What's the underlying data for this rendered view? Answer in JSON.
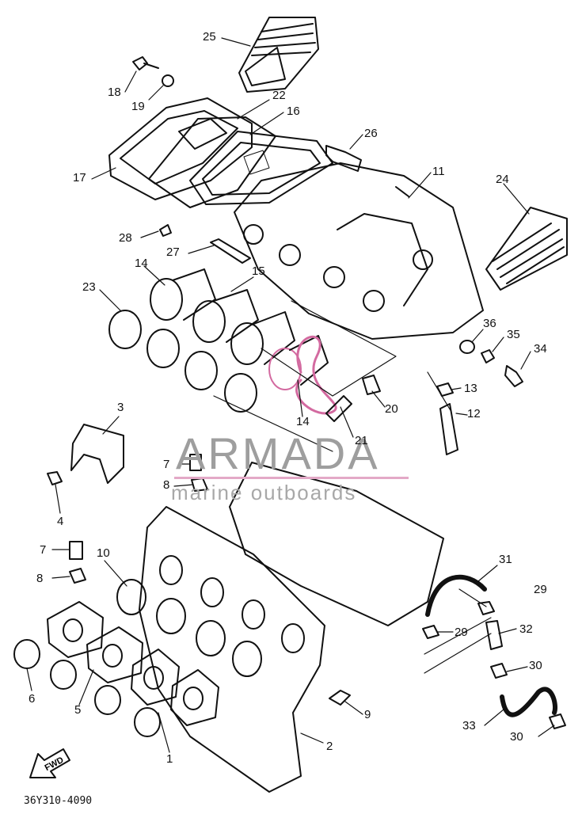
{
  "labels": [
    {
      "id": "25",
      "text": "25"
    },
    {
      "id": "18",
      "text": "18"
    },
    {
      "id": "19",
      "text": "19"
    },
    {
      "id": "22",
      "text": "22"
    },
    {
      "id": "16",
      "text": "16"
    },
    {
      "id": "26",
      "text": "26"
    },
    {
      "id": "11",
      "text": "11"
    },
    {
      "id": "17",
      "text": "17"
    },
    {
      "id": "24",
      "text": "24"
    },
    {
      "id": "28",
      "text": "28"
    },
    {
      "id": "27",
      "text": "27"
    },
    {
      "id": "14a",
      "text": "14"
    },
    {
      "id": "15",
      "text": "15"
    },
    {
      "id": "23",
      "text": "23"
    },
    {
      "id": "36",
      "text": "36"
    },
    {
      "id": "35",
      "text": "35"
    },
    {
      "id": "34",
      "text": "34"
    },
    {
      "id": "13",
      "text": "13"
    },
    {
      "id": "20",
      "text": "20"
    },
    {
      "id": "12",
      "text": "12"
    },
    {
      "id": "14b",
      "text": "14"
    },
    {
      "id": "21",
      "text": "21"
    },
    {
      "id": "3",
      "text": "3"
    },
    {
      "id": "7a",
      "text": "7"
    },
    {
      "id": "8a",
      "text": "8"
    },
    {
      "id": "4",
      "text": "4"
    },
    {
      "id": "7b",
      "text": "7"
    },
    {
      "id": "10",
      "text": "10"
    },
    {
      "id": "8b",
      "text": "8"
    },
    {
      "id": "31",
      "text": "31"
    },
    {
      "id": "29a",
      "text": "29"
    },
    {
      "id": "29b",
      "text": "29"
    },
    {
      "id": "32",
      "text": "32"
    },
    {
      "id": "6",
      "text": "6"
    },
    {
      "id": "5",
      "text": "5"
    },
    {
      "id": "30a",
      "text": "30"
    },
    {
      "id": "9",
      "text": "9"
    },
    {
      "id": "33",
      "text": "33"
    },
    {
      "id": "30b",
      "text": "30"
    },
    {
      "id": "2",
      "text": "2"
    },
    {
      "id": "1",
      "text": "1"
    }
  ],
  "watermark": {
    "title": "ARMADA",
    "subtitle": "marine outboards"
  },
  "fwd_label": "FWD",
  "diagram_code": "36Y310-4090"
}
